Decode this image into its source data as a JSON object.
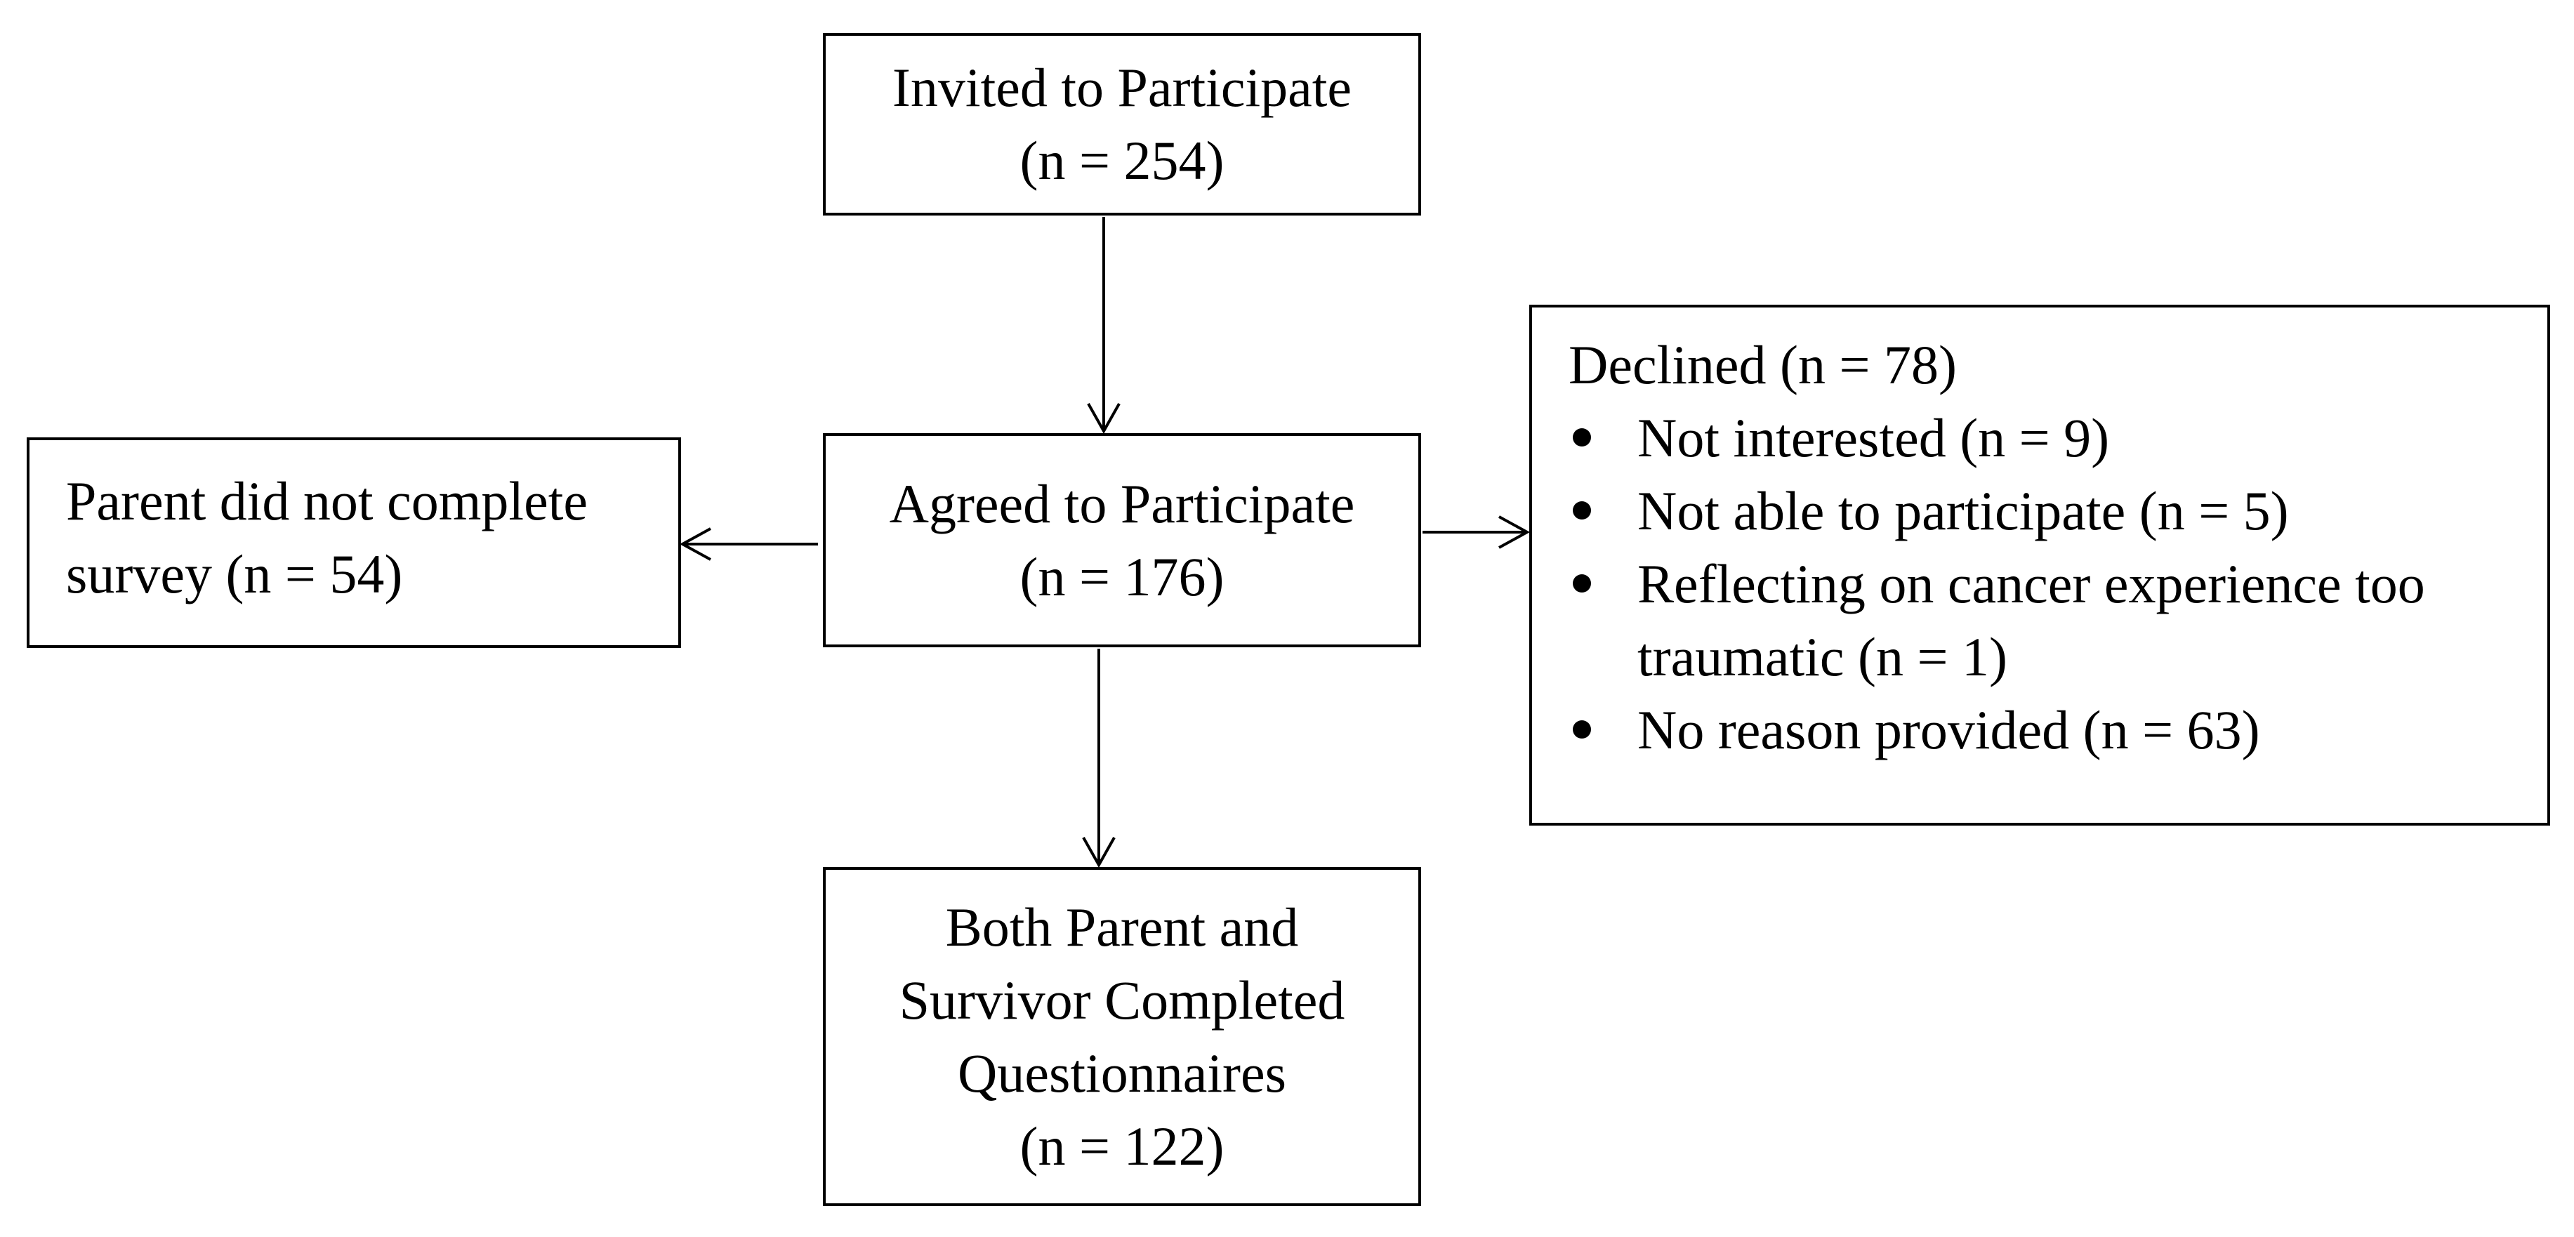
{
  "nodes": {
    "invited": {
      "lines": [
        "Invited to Participate",
        "(n = 254)"
      ]
    },
    "agreed": {
      "lines": [
        "Agreed to Participate",
        "(n = 176)"
      ]
    },
    "both_completed": {
      "lines": [
        "Both Parent and",
        "Survivor Completed",
        "Questionnaires",
        "(n = 122)"
      ]
    },
    "parent_incomplete": {
      "lines": [
        "Parent did not complete",
        "survey (n = 54)"
      ]
    },
    "declined": {
      "title": "Declined (n = 78)",
      "reasons": [
        {
          "lines": [
            "Not interested (n = 9)"
          ]
        },
        {
          "lines": [
            "Not able to participate (n = 5)"
          ]
        },
        {
          "lines": [
            "Reflecting on cancer experience too",
            "traumatic (n = 1)"
          ]
        },
        {
          "lines": [
            "No reason provided (n = 63)"
          ]
        }
      ]
    }
  },
  "edges": [
    {
      "from": "invited",
      "to": "agreed"
    },
    {
      "from": "agreed",
      "to": "both_completed"
    },
    {
      "from": "agreed",
      "to": "parent_incomplete"
    },
    {
      "from": "agreed",
      "to": "declined"
    }
  ]
}
